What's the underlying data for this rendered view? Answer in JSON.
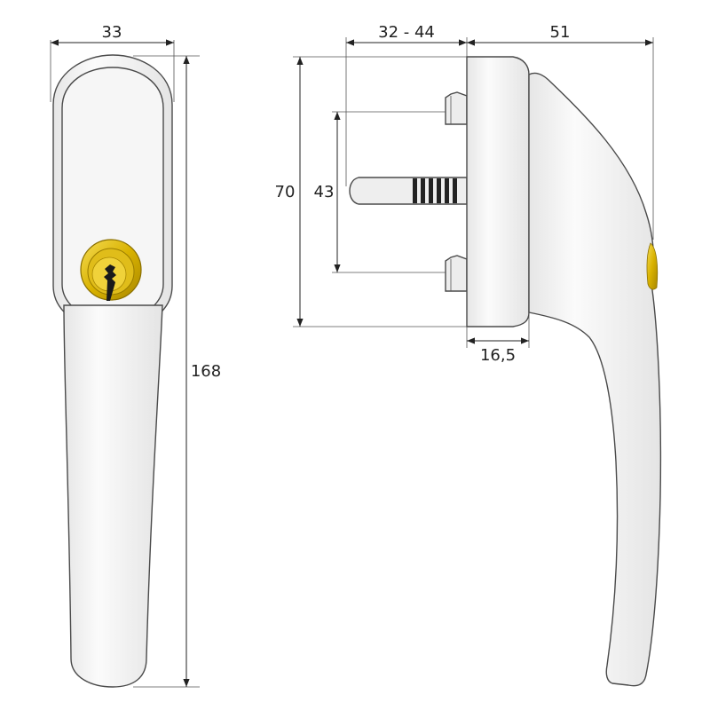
{
  "dimensions": {
    "front_width": "33",
    "front_height": "168",
    "spindle_length": "32 - 44",
    "projection": "51",
    "base_height": "70",
    "screw_spacing": "43",
    "base_depth": "16,5"
  },
  "colors": {
    "body": "#f4f4f4",
    "body_shade": "#dcdcdc",
    "outline": "#4a4a4a",
    "dimension": "#222222",
    "cylinder": "#d9b200",
    "cylinder_light": "#f2d84a",
    "cylinder_dark": "#a88700",
    "keyhole": "#1a1a1a"
  },
  "icons": {
    "lock_cylinder": "lock-cylinder-icon",
    "keyhole": "keyhole-icon"
  }
}
